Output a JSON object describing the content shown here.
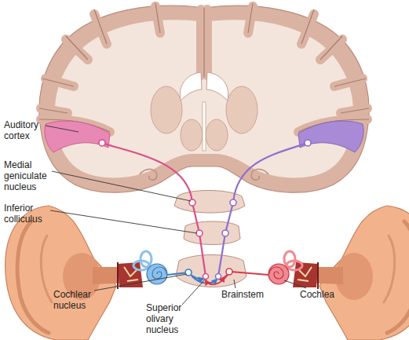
{
  "diagram": {
    "labels": [
      "Auditory cortex",
      "Medial geniculate nucleus",
      "Inferior colliculus",
      "Cochlear nucleus",
      "Superior olivary nucleus",
      "Brainstem",
      "Cochlea"
    ]
  }
}
